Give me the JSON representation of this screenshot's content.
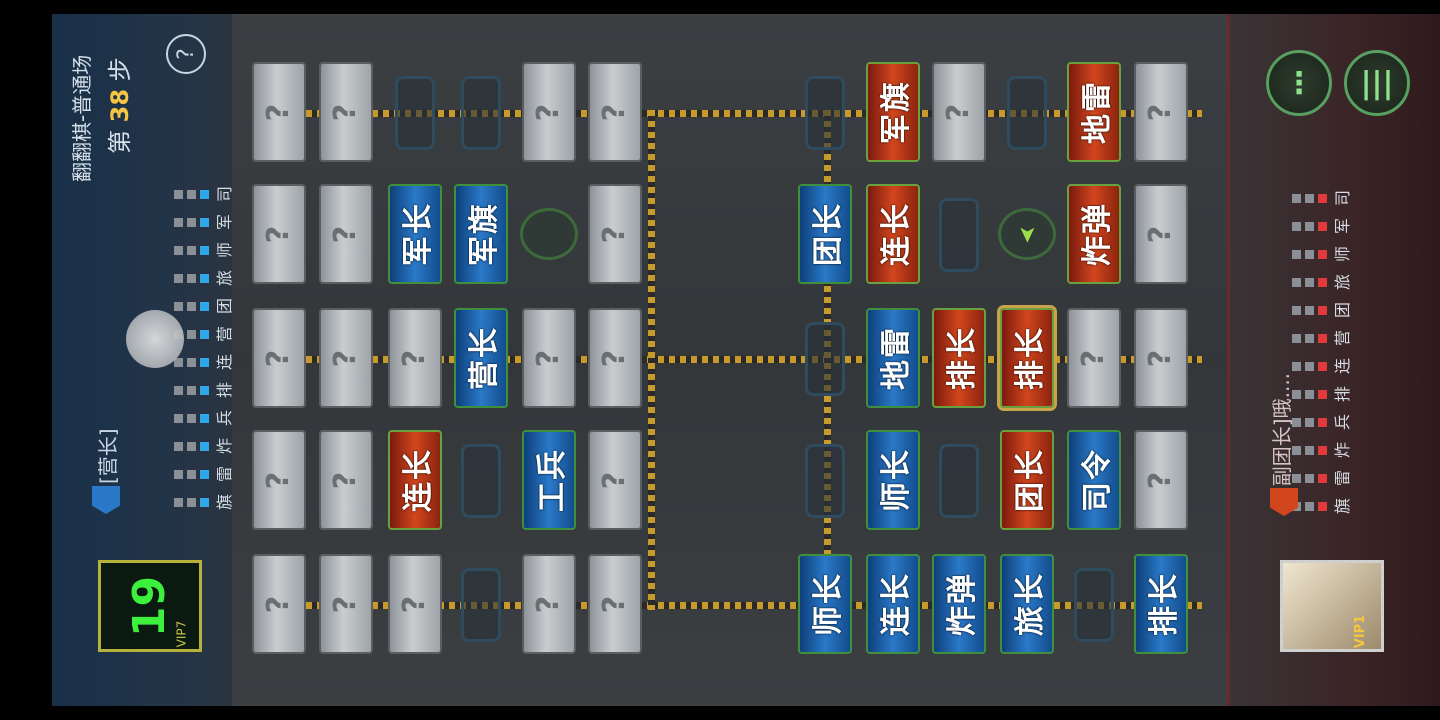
{
  "hud": {
    "mode_title": "翻翻棋-普通场",
    "step_prefix": "第",
    "step_number": "38",
    "step_suffix": "步",
    "help_label": "?",
    "left_player_rank": "[营长]",
    "right_player_rank": "[副团长]哦....",
    "left_level": "19",
    "left_vip": "VIP7",
    "right_vip": "VIP1",
    "piece_types": [
      "司",
      "军",
      "师",
      "旅",
      "团",
      "营",
      "连",
      "排",
      "兵",
      "炸",
      "雷",
      "旗"
    ],
    "unknown_label": "?"
  },
  "board": {
    "left_half": [
      [
        "?",
        "?",
        "",
        "",
        "?",
        "?"
      ],
      [
        "?",
        "?",
        "军长",
        "军旗",
        "",
        "?"
      ],
      [
        "?",
        "?",
        "?",
        "营长",
        "?",
        "?"
      ],
      [
        "?",
        "?",
        "连长",
        "",
        "工兵",
        "?"
      ],
      [
        "?",
        "?",
        "?",
        "",
        "?",
        "?"
      ]
    ],
    "left_colors": [
      [
        "u",
        "u",
        "e",
        "e",
        "u",
        "u"
      ],
      [
        "u",
        "u",
        "b",
        "b",
        "c",
        "u"
      ],
      [
        "u",
        "u",
        "u",
        "b",
        "u",
        "u"
      ],
      [
        "u",
        "u",
        "r",
        "e",
        "b",
        "u"
      ],
      [
        "u",
        "u",
        "u",
        "e",
        "u",
        "u"
      ]
    ],
    "right_half": [
      [
        "",
        "军旗",
        "?",
        "",
        "地雷",
        "?"
      ],
      [
        "团长",
        "连长",
        "",
        "",
        "炸弹",
        "?"
      ],
      [
        "",
        "地雷",
        "排长",
        "排长",
        "?",
        "?"
      ],
      [
        "",
        "师长",
        "",
        "团长",
        "司令",
        "?"
      ],
      [
        "师长",
        "连长",
        "炸弹",
        "旅长",
        "",
        "排长"
      ]
    ],
    "right_colors": [
      [
        "e",
        "r",
        "u",
        "e",
        "r",
        "u"
      ],
      [
        "b",
        "r",
        "e",
        "c",
        "r",
        "u"
      ],
      [
        "e",
        "b",
        "r",
        "r",
        "u",
        "u"
      ],
      [
        "e",
        "b",
        "e",
        "r",
        "b",
        "u"
      ],
      [
        "b",
        "b",
        "b",
        "b",
        "e",
        "b"
      ]
    ]
  },
  "colors": {
    "blue_side": "#2a79c8",
    "red_side": "#d2461d",
    "rail": "#c79a2b",
    "menu_green": "#58a060"
  }
}
